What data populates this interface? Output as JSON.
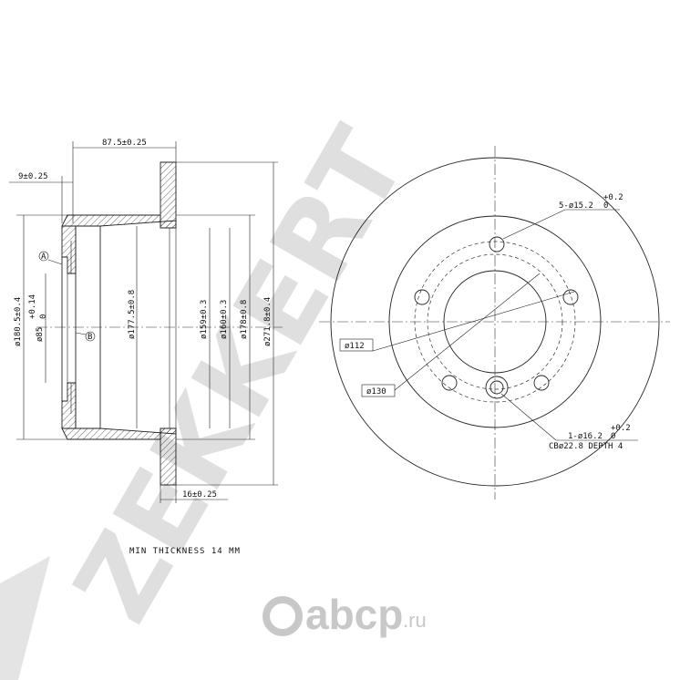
{
  "watermark": {
    "brand": "ZEKKERT",
    "stroke_color": "#d9d9d9"
  },
  "logo": {
    "name": "abcp",
    "suffix": ".ru",
    "color": "#c8c8c8",
    "icon": "abcp-logo-icon"
  },
  "section_view": {
    "dims": {
      "offset_total": "87.5±0.25",
      "hat_offset": "9±0.25",
      "thickness": "16±0.25",
      "d_outer_hat": "ø180.5±0.4",
      "d_center_bore": "ø85",
      "d_center_bore_tol_upper": "+0.14",
      "d_center_bore_tol_lower": "0",
      "d_hub": "ø177.5±0.8",
      "d_159": "ø159±0.3",
      "d_160": "ø160±0.3",
      "d_178": "ø178±0.8",
      "d_outer": "ø271.8±0.4"
    },
    "markers": {
      "a": "A",
      "b": "B"
    }
  },
  "front_view": {
    "bolt_holes": "5-ø15.2",
    "bolt_holes_tol_upper": "+0.2",
    "bolt_holes_tol_lower": "0",
    "pcd": "ø112",
    "ring": "ø130",
    "pilot_hole": "1-ø16.2",
    "pilot_hole_tol_upper": "+0.2",
    "pilot_hole_tol_lower": "0",
    "counterbore": "CBø22.8 DEPTH 4"
  },
  "note": "MIN THICKNESS 14 MM"
}
